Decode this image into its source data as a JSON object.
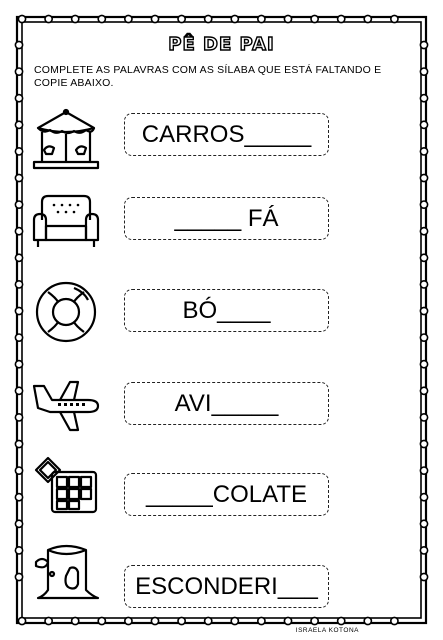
{
  "title": "PÊ DE PAI",
  "instruction": "COMPLETE AS PALAVRAS COM AS SÍLABA QUE ESTÁ FALTANDO E COPIE ABAIXO.",
  "exercises": [
    {
      "word": "CARROS_____",
      "icon": "carousel-icon"
    },
    {
      "word": "_____ FÁ",
      "icon": "sofa-icon"
    },
    {
      "word": "BÓ____",
      "icon": "swim-ring-icon"
    },
    {
      "word": "AVI_____",
      "icon": "airplane-icon"
    },
    {
      "word": "_____COLATE",
      "icon": "chocolate-bar-icon"
    },
    {
      "word": "ESCONDERI___",
      "icon": "tree-stump-icon"
    }
  ],
  "credit": "ISRAELA KOTONA"
}
